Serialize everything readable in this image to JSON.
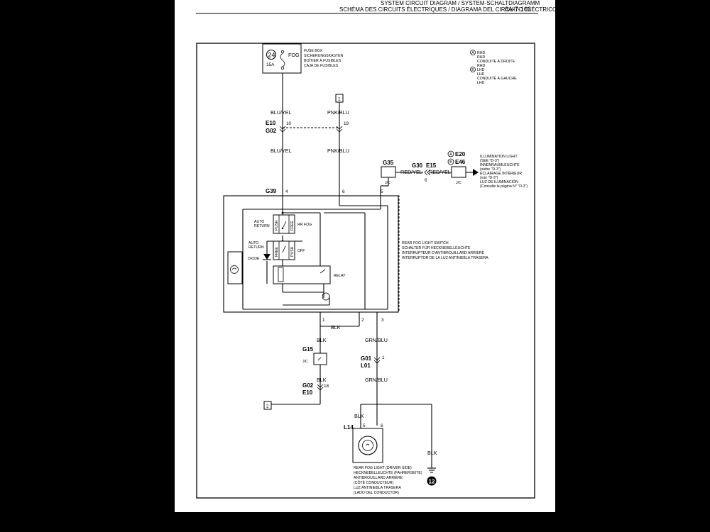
{
  "header": {
    "line1": "SYSTEM CIRCUIT DIAGRAM / SYSTEM-SCHALTDIAGRAMM",
    "line2": "SCHÉMA DES CIRCUITS ÉLECTRIQUES / DIAGRAMA DEL CIRCUITO ELÉCTRICO",
    "page_number": "8A-7-103"
  },
  "legend": {
    "rhd_marker": "A",
    "rhd_lines": [
      "RHD",
      "RHD",
      "CONDUITE À DROITE",
      "RHD"
    ],
    "lhd_marker": "B",
    "lhd_lines": [
      "LHD",
      "LHD",
      "CONDUITE À GAUCHE",
      "LHD"
    ]
  },
  "fuse": {
    "number": "24",
    "rating": "15A",
    "name": "FOG",
    "box_lines": [
      "FUSE BOX",
      "SICHERUNGSKASTEN",
      "BOÎTIER À FUSIBLES",
      "CAJA DE FUSIBLES"
    ]
  },
  "refs": {
    "ref1": "1",
    "ref2": "2"
  },
  "wires": {
    "blu_yel": "BLU/YEL",
    "pnk_blu": "PNK/BLU",
    "red_yel": "RED/YEL",
    "blk": "BLK",
    "grn_blu": "GRN/BLU"
  },
  "connectors": {
    "e10": "E10",
    "g02": "G02",
    "g39": "G39",
    "g35": "G35",
    "g30": "G30",
    "e15": "E15",
    "e20": "E20",
    "e46": "E46",
    "g15": "G15",
    "g01": "G01",
    "l01": "L01",
    "l14": "L14",
    "jc": "J/C",
    "circle_a": "A",
    "circle_b": "B"
  },
  "pins": {
    "p10": "10",
    "p19": "19",
    "p4": "4",
    "p6": "6",
    "p5": "5",
    "p6b": "6",
    "p1": "1",
    "p2": "2",
    "p3": "3",
    "p1b": "1",
    "p18": "18",
    "p5b": "5",
    "p6c": "6"
  },
  "illumination": [
    "ILLUMINATION LIGHT",
    "(SEE \"D-3\")",
    "INNENRAUMLEUCHTE",
    "(siehe \"D-3\")",
    "ÉCLAIRAGE INTÉRIEUR",
    "(voir \"D-3\")",
    "LUZ DE ILUMINACIÓN",
    "(Consulte la página N° \"D-3\")"
  ],
  "switch_block": {
    "auto_return_1": "AUTO",
    "auto_return_1b": "RETURN",
    "rr_fog": "RR FOG",
    "auto_return_2": "AUTO",
    "auto_return_2b": "RETURN",
    "off": "OFF",
    "diode": "DIODE",
    "relay": "RELAY",
    "push": "PUSH",
    "free": "FREE",
    "free2": "FREE",
    "push2": "PUSH"
  },
  "switch_label": [
    "REAR FOG LIGHT SWITCH",
    "SCHALTER FÜR HECKNEBELLEUCHTE",
    "INTERRUPTEUR D'ANTIBROUILLARD ARRIÈRE",
    "INTERRUPTOR DE LA LUZ ANTINIEBLA TRASERA"
  ],
  "rear_fog_light": [
    "REAR FOG LIGHT (DRIVER SIDE)",
    "HECKNEBELLEUCHTE (FAHRERSEITE)",
    "ANTIBROUILLARD ARRIÈRE",
    "(CÔTÉ CONDUCTEUR)",
    "LUZ ANTINIEBLA TRASERA",
    "(LADO DEL CONDUCTOR)"
  ],
  "ground": {
    "number": "12"
  }
}
